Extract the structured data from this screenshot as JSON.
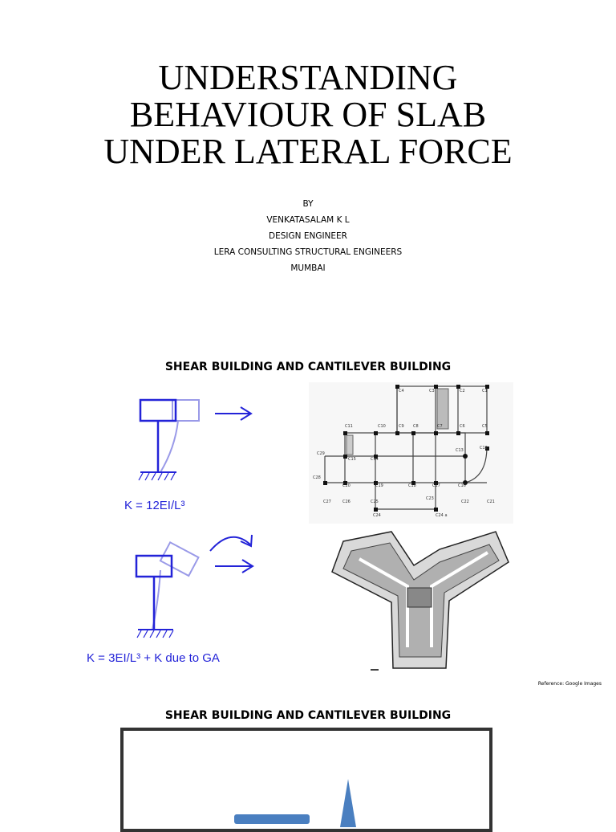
{
  "title": {
    "line1": "UNDERSTANDING",
    "line2": "BEHAVIOUR OF SLAB",
    "line3": "UNDER LATERAL FORCE"
  },
  "authors": {
    "by": "BY",
    "name": "VENKATASALAM K L",
    "role": "DESIGN ENGINEER",
    "company": "LERA CONSULTING STRUCTURAL ENGINEERS",
    "city": "MUMBAI"
  },
  "section1": {
    "heading": "SHEAR BUILDING AND CANTILEVER BUILDING",
    "formula_shear": "K = 12EI/L³",
    "formula_cantilever": "K = 3EI/L³ + K due to GA",
    "reference": "Reference: Google Images"
  },
  "section2": {
    "heading": "SHEAR BUILDING AND CANTILEVER BUILDING"
  },
  "plan_labels": {
    "c1": "C1",
    "c2": "C2",
    "c3": "C3",
    "c4": "C4",
    "c5": "C5",
    "c6": "C6",
    "c7": "C7",
    "c8": "C8",
    "c9": "C9",
    "c10": "C10",
    "c11": "C11",
    "c12": "C12",
    "c13": "C13",
    "c14": "C14",
    "c15": "C15",
    "c16": "C16",
    "c17": "C17",
    "c18": "C18",
    "c19": "C19",
    "c20": "C20",
    "c21": "C21",
    "c22": "C22",
    "c23": "C23",
    "c24": "C24",
    "c24a": "C24 a",
    "c25": "C25",
    "c26": "C26",
    "c27": "C27",
    "c28": "C28",
    "c29": "C29"
  },
  "colors": {
    "diagram_blue": "#2323d8",
    "diagram_light": "#9a9ae8",
    "frame": "#333333",
    "arrow_fill": "#4a7fc0"
  }
}
